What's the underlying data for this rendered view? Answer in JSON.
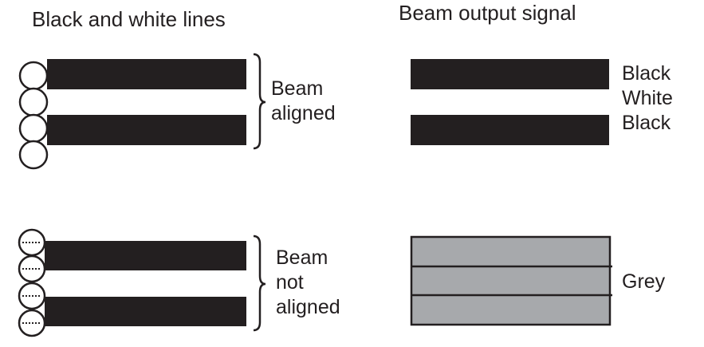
{
  "headers": {
    "left": "Black and white lines",
    "right": "Beam output signal"
  },
  "aligned": {
    "caption_line1": "Beam",
    "caption_line2": "aligned",
    "signal_labels": [
      "Black",
      "White",
      "Black"
    ]
  },
  "not_aligned": {
    "caption_line1": "Beam",
    "caption_line2": "not",
    "caption_line3": "aligned",
    "signal_label": "Grey"
  },
  "colors": {
    "ink": "#231f20",
    "grey_signal": "#a7a9ac",
    "background": "#ffffff"
  }
}
